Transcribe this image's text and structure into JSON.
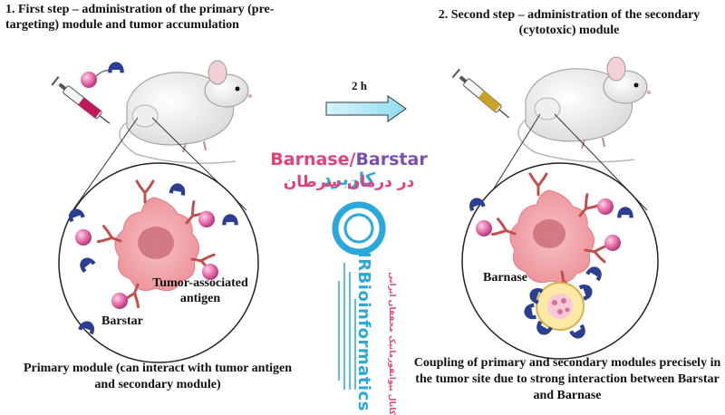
{
  "step1": {
    "title": "1. First step – administration of the primary (pre-targeting) module and tumor accumulation",
    "caption": "Primary module (can interact with tumor antigen and secondary module)",
    "labels": {
      "tumor_antigen": "Tumor-associated antigen",
      "barstar": "Barstar"
    }
  },
  "transition": {
    "time_label": "2 h"
  },
  "step2": {
    "title": "2. Second step – administration of the secondary (cytotoxic) module",
    "caption": "Coupling of primary and secondary modules precisely in the tumor site due to strong interaction between Barstar and Barnase",
    "labels": {
      "barnase": "Barnase"
    }
  },
  "watermark": {
    "line1_part1": "Barnase/",
    "line1_part2": "Barstar",
    "line1_part3": " کاربرد",
    "line2": "در درمان سرطان",
    "brand": "IRBioinformatics",
    "brand_fa": "کانال بیوانفورماتیک محققان ایرانی"
  },
  "colors": {
    "tumor_pink": "#f0a3a8",
    "antibody_red": "#c0504d",
    "barstar_blue": "#2c3e91",
    "sphere_pink": "#e86aa9",
    "arrow_cyan": "#a8e6f5",
    "syringe_red": "#c2185b",
    "syringe_gold": "#c9a227"
  }
}
